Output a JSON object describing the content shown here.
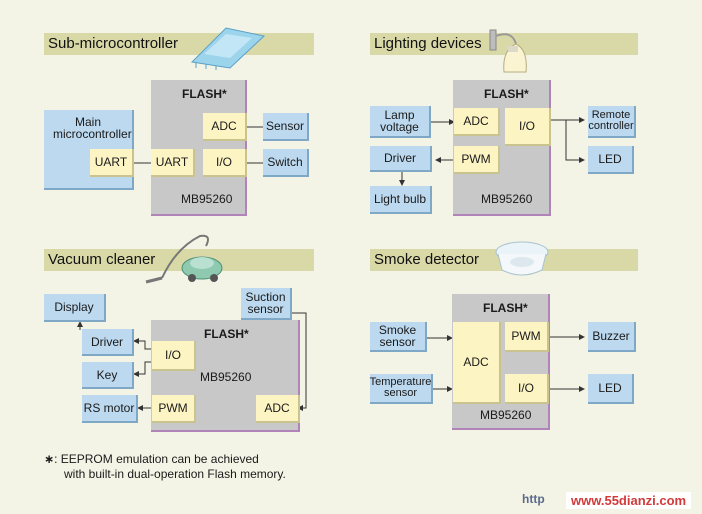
{
  "panels": {
    "sub": {
      "title": "Sub-microcontroller",
      "flash": "FLASH*",
      "chip": "MB95260",
      "main_mcu": "Main microcontroller",
      "uart_main": "UART",
      "uart_chip": "UART",
      "adc": "ADC",
      "io": "I/O",
      "sensor": "Sensor",
      "switch": "Switch"
    },
    "lighting": {
      "title": "Lighting devices",
      "flash": "FLASH*",
      "chip": "MB95260",
      "lamp_voltage": "Lamp voltage",
      "adc": "ADC",
      "io": "I/O",
      "pwm": "PWM",
      "driver": "Driver",
      "light_bulb": "Light bulb",
      "remote": "Remote controller",
      "led": "LED"
    },
    "vacuum": {
      "title": "Vacuum cleaner",
      "flash": "FLASH*",
      "chip": "MB95260",
      "display": "Display",
      "driver": "Driver",
      "key": "Key",
      "rs_motor": "RS motor",
      "io": "I/O",
      "pwm": "PWM",
      "adc": "ADC",
      "suction": "Suction sensor"
    },
    "smoke": {
      "title": "Smoke detector",
      "flash": "FLASH*",
      "chip": "MB95260",
      "smoke_sensor": "Smoke sensor",
      "temp_sensor": "Temperature sensor",
      "adc": "ADC",
      "pwm": "PWM",
      "io": "I/O",
      "buzzer": "Buzzer",
      "led": "LED"
    }
  },
  "footnote": {
    "mark": "∗",
    "line1": ": EEPROM emulation can be achieved",
    "line2": "with built-in dual-operation Flash memory."
  },
  "watermark": {
    "url_prefix": "http",
    "site": "www.55dianzi.com"
  },
  "colors": {
    "title_bar": "#d9d9a8",
    "chip": "#c8c8c8",
    "chip_edge": "#b084b8",
    "function_block": "#fdf4c4",
    "peripheral_block": "#bcd9ef"
  },
  "icons": [
    "chip-icon",
    "lamp-icon",
    "vacuum-icon",
    "smoke-detector-icon"
  ]
}
